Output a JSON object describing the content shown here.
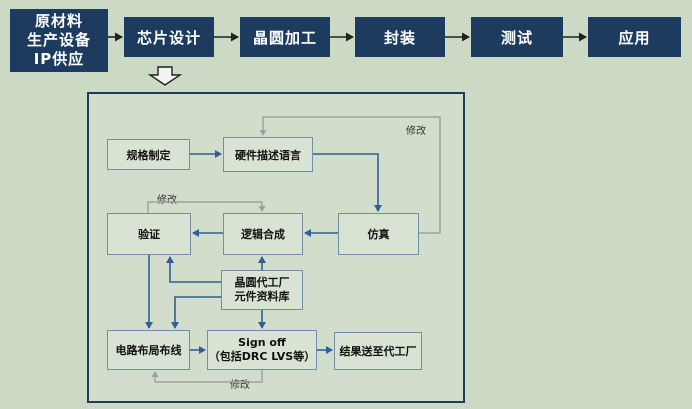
{
  "flow": {
    "stages": [
      {
        "lines": [
          "原材料",
          "生产设备",
          "IP供应"
        ]
      },
      {
        "lines": [
          "芯片设计"
        ]
      },
      {
        "lines": [
          "晶圆加工"
        ]
      },
      {
        "lines": [
          "封装"
        ]
      },
      {
        "lines": [
          "测试"
        ]
      },
      {
        "lines": [
          "应用"
        ]
      }
    ]
  },
  "design_flow": {
    "nodes": {
      "spec": "规格制定",
      "hdl": "硬件描述语言",
      "sim": "仿真",
      "verify": "验证",
      "synth": "逻辑合成",
      "lib": [
        "晶圆代工厂",
        "元件资料库"
      ],
      "layout": "电路布局布线",
      "signoff": [
        "Sign off",
        "（包括DRC LVS等）"
      ],
      "foundry": "结果送至代工厂"
    },
    "modify_label": "修改"
  },
  "colors": {
    "stage_fill": "#1d3b5e",
    "arrow_blue": "#2f5f9a",
    "feedback_gray": "#9aa3a0"
  }
}
